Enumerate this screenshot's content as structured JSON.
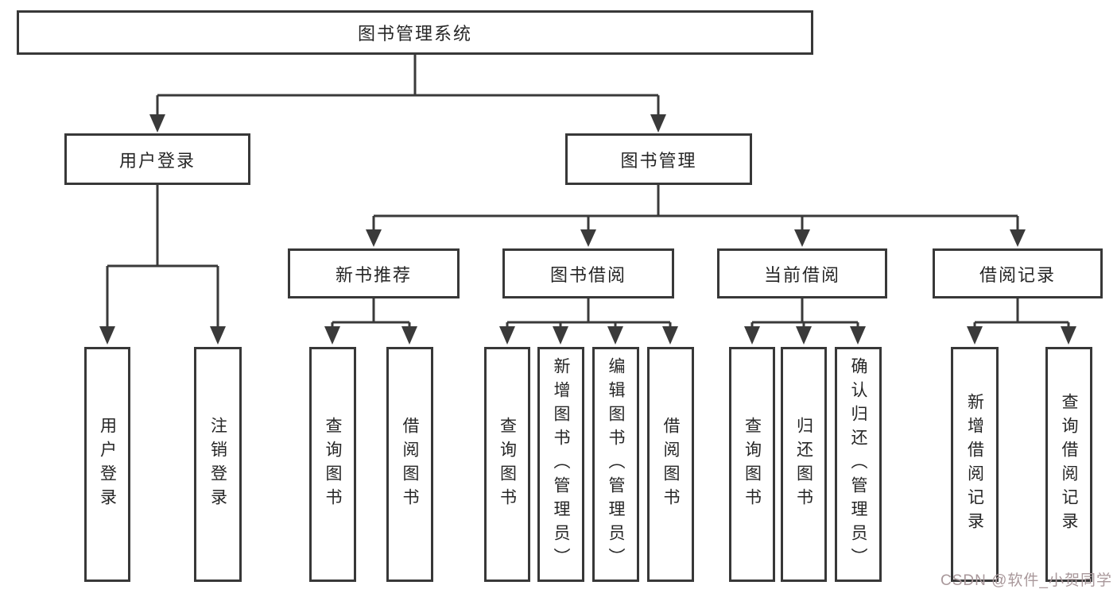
{
  "colors": {
    "line": "#3a3a3a",
    "border": "#383838",
    "fill": "#ffffff",
    "text": "#262626",
    "watermark": "#a9989b"
  },
  "watermark": {
    "text": "CSDN @软件_小贺同学"
  },
  "tree": {
    "root": {
      "label": "图书管理系统",
      "children": [
        {
          "label": "用户登录",
          "children": [
            {
              "label": "用户登录"
            },
            {
              "label": "注销登录"
            }
          ]
        },
        {
          "label": "图书管理",
          "children": [
            {
              "label": "新书推荐",
              "children": [
                {
                  "label": "查询图书"
                },
                {
                  "label": "借阅图书"
                }
              ]
            },
            {
              "label": "图书借阅",
              "children": [
                {
                  "label": "查询图书"
                },
                {
                  "label": "新增图书（管理员）"
                },
                {
                  "label": "编辑图书（管理员）"
                },
                {
                  "label": "借阅图书"
                }
              ]
            },
            {
              "label": "当前借阅",
              "children": [
                {
                  "label": "查询图书"
                },
                {
                  "label": "归还图书"
                },
                {
                  "label": "确认归还（管理员）"
                }
              ]
            },
            {
              "label": "借阅记录",
              "children": [
                {
                  "label": "新增借阅记录"
                },
                {
                  "label": "查询借阅记录"
                }
              ]
            }
          ]
        }
      ]
    }
  }
}
